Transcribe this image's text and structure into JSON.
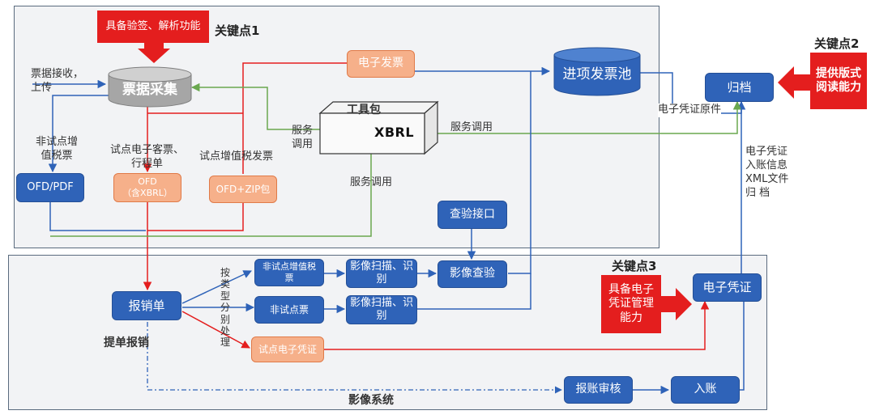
{
  "panels": {
    "bottom_title": "影像系统"
  },
  "key_points": {
    "kp1": "关键点1",
    "kp2": "关键点2",
    "kp3": "关键点3"
  },
  "callouts": {
    "verify": "具备验签、解析功能",
    "layout_read": "提供版式阅读能力",
    "voucher_mgmt": "具备电子凭证管理能力"
  },
  "nodes": {
    "collect": "票据采集",
    "einvoice": "电子发票",
    "pool": "进项发票池",
    "archive": "归档",
    "toolkit": "工具包",
    "xbrl": "XBRL",
    "ofd_pdf": "OFD/PDF",
    "ofd_xbrl": "OFD\n（含XBRL）",
    "ofd_zip": "OFD+ZIP包",
    "check_api": "查验接口",
    "reimburse": "报销单",
    "non_pilot_vat": "非试点增值税票",
    "scan1": "影像扫描、识别",
    "img_check": "影像查验",
    "non_pilot": "非试点票",
    "scan2": "影像扫描、识别",
    "pilot_voucher": "试点电子凭证",
    "evoucher": "电子凭证",
    "audit": "报账审核",
    "post": "入账"
  },
  "labels": {
    "receive": "票据接收，\n上传",
    "non_pilot_vat_src": "非试点增\n值税票",
    "pilot_ticket": "试点电子客票、\n行程单",
    "pilot_vat": "试点增值税发票",
    "svc1": "服务\n调用",
    "svc2": "服务调用",
    "svc3": "服务调用",
    "voucher_original": "电子凭证原件",
    "voucher_xml": "电子凭证\n入账信息\nXML文件\n归 档",
    "classify": "按\n类\n型\n分\n别\n处\n理",
    "submit": "提单报销"
  },
  "colors": {
    "blue": "#2f63b8",
    "red": "#e41e1e",
    "green": "#6aa84f",
    "orange": "#f6b08a"
  }
}
